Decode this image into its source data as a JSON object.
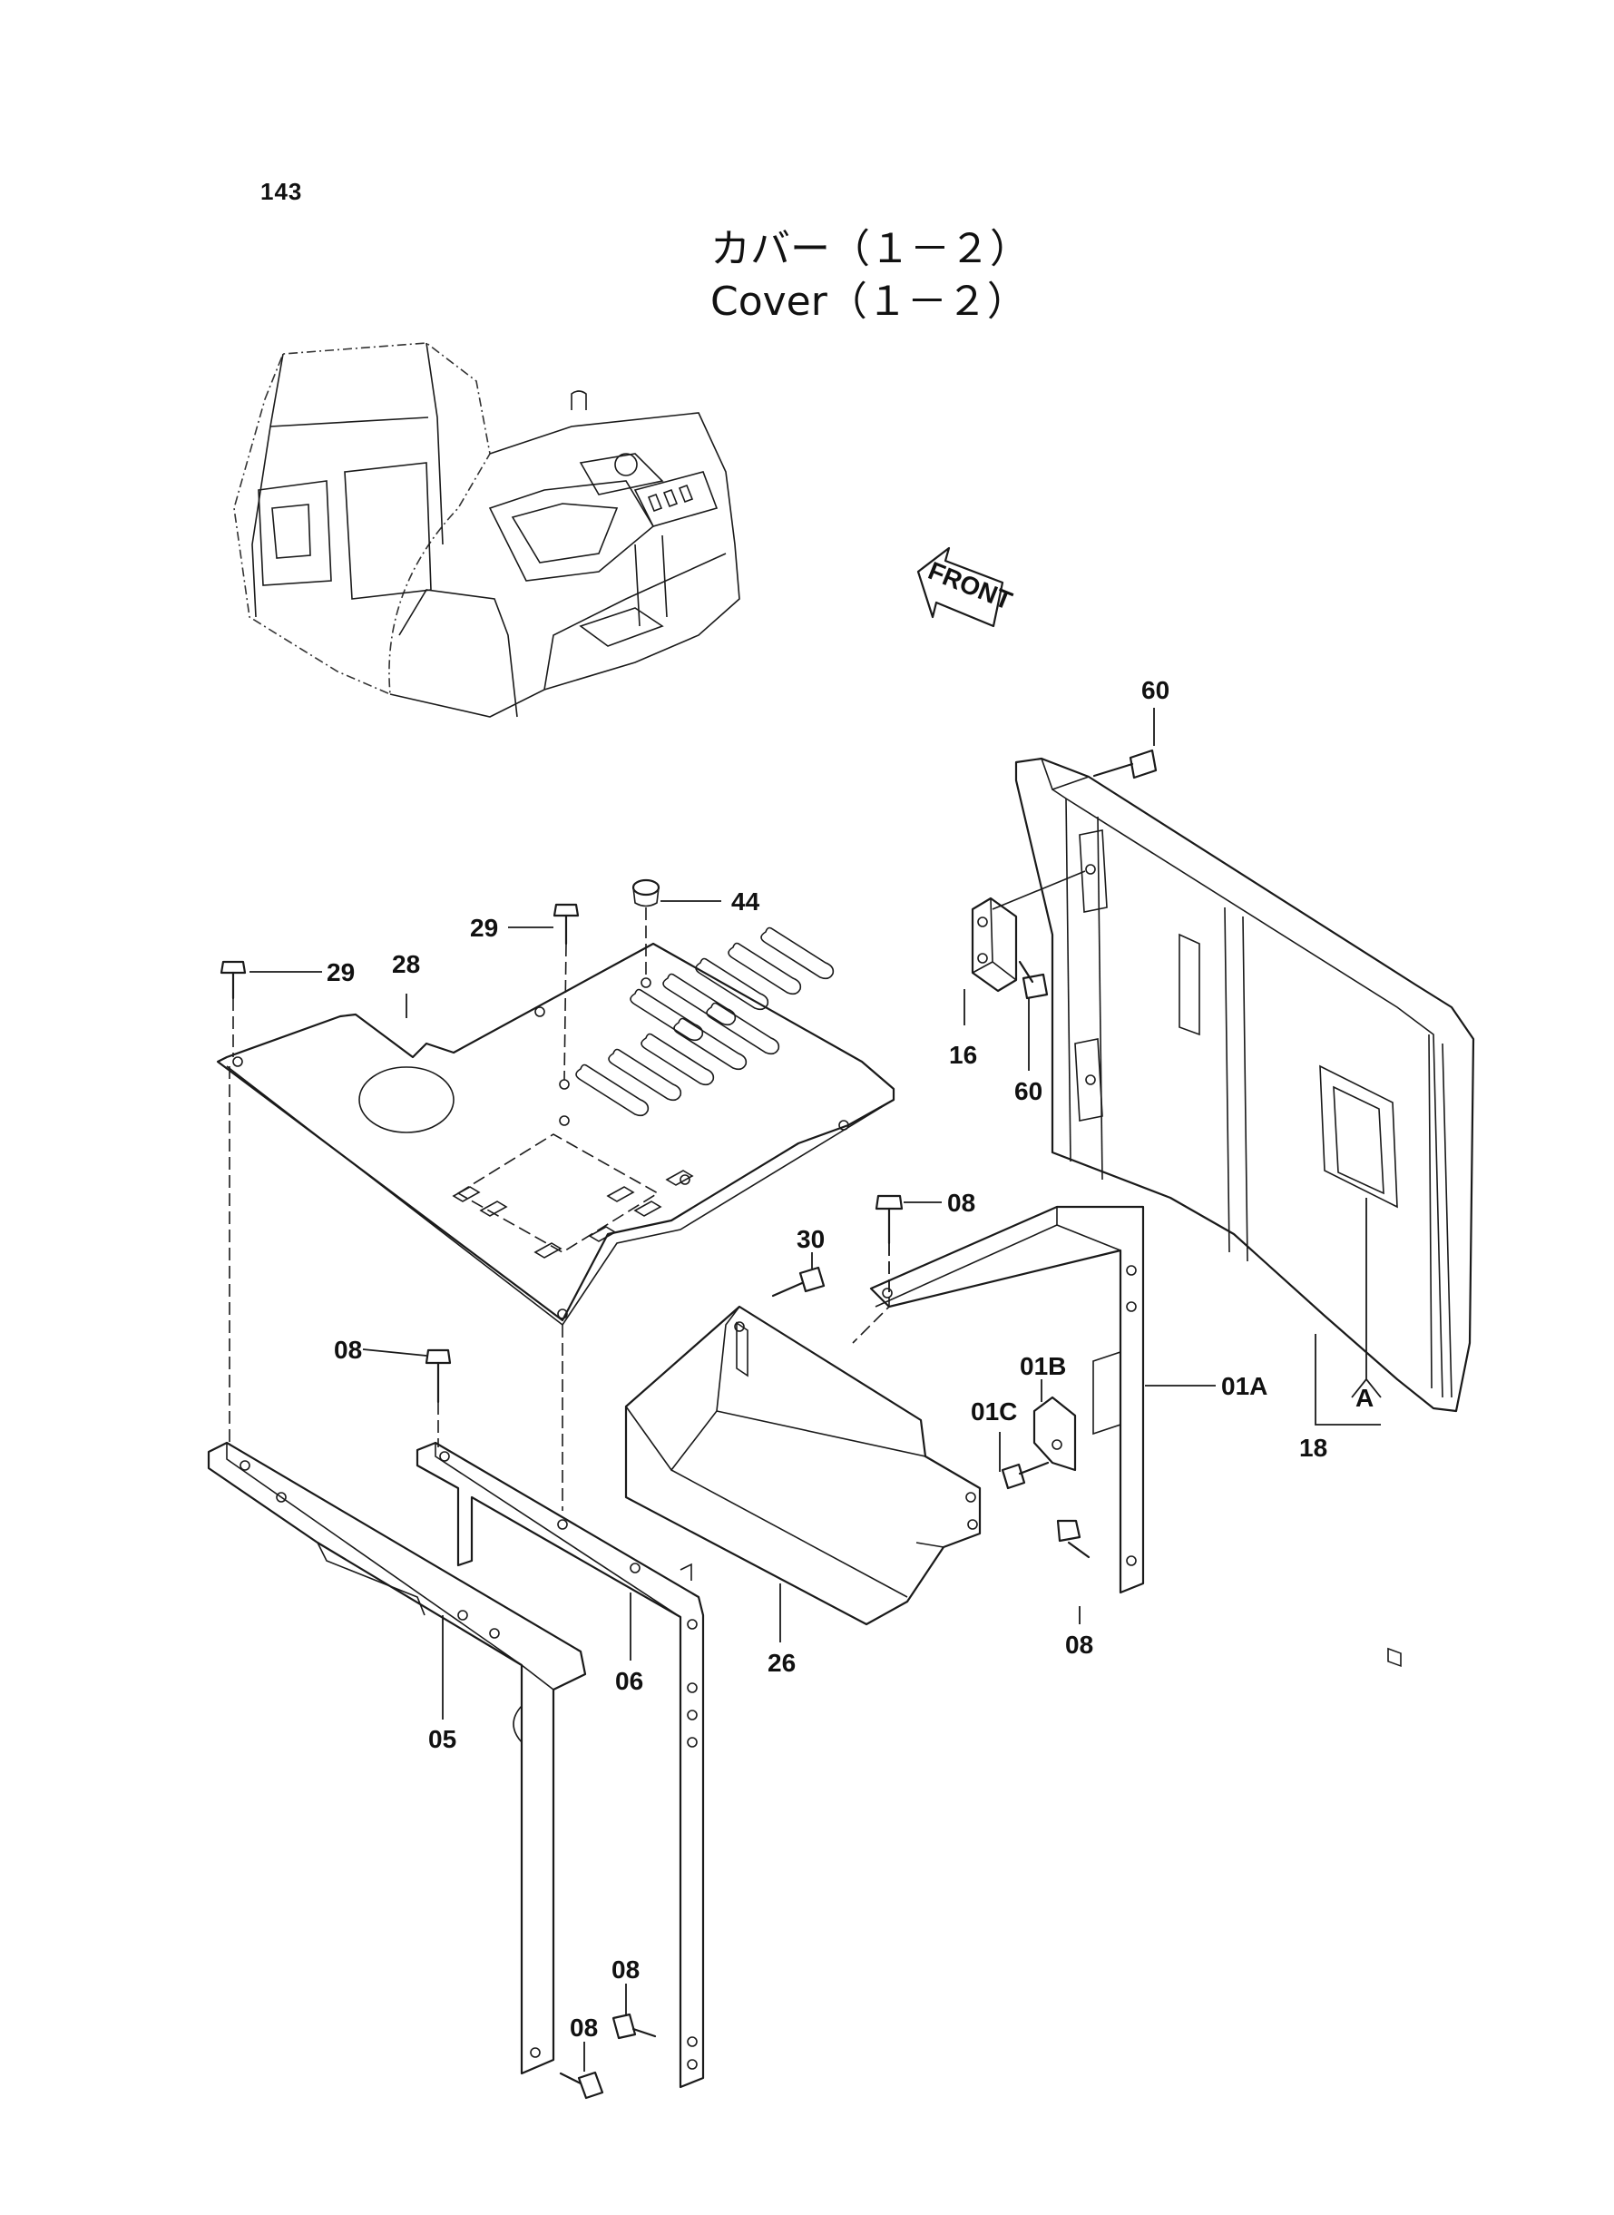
{
  "page_number": "143",
  "title_jp": "カバー（１－２）",
  "title_en": "Cover（１－２）",
  "front_arrow_text": "FRONT",
  "callouts": [
    {
      "id": "p60a",
      "label": "60"
    },
    {
      "id": "p44",
      "label": "44"
    },
    {
      "id": "p29a",
      "label": "29"
    },
    {
      "id": "p29b",
      "label": "29"
    },
    {
      "id": "p28",
      "label": "28"
    },
    {
      "id": "p16",
      "label": "16"
    },
    {
      "id": "p60b",
      "label": "60"
    },
    {
      "id": "p08a",
      "label": "08"
    },
    {
      "id": "p30",
      "label": "30"
    },
    {
      "id": "p01b",
      "label": "01B"
    },
    {
      "id": "p01c",
      "label": "01C"
    },
    {
      "id": "p01a",
      "label": "01A"
    },
    {
      "id": "pA",
      "label": "A"
    },
    {
      "id": "p18",
      "label": "18"
    },
    {
      "id": "p08b",
      "label": "08"
    },
    {
      "id": "p08c",
      "label": "08"
    },
    {
      "id": "p06",
      "label": "06"
    },
    {
      "id": "p26",
      "label": "26"
    },
    {
      "id": "p05",
      "label": "05"
    },
    {
      "id": "p08d",
      "label": "08"
    },
    {
      "id": "p08e",
      "label": "08"
    }
  ]
}
